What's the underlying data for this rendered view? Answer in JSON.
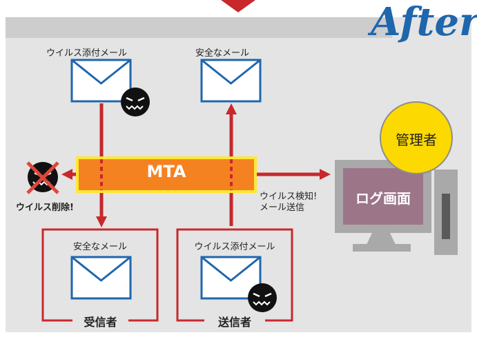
{
  "header": {
    "after_label": "After"
  },
  "mta": {
    "label": "MTA"
  },
  "top_left": {
    "label": "ウイルス添付メール"
  },
  "top_right": {
    "label": "安全なメール"
  },
  "virus_removed": {
    "label": "ウイルス削除!"
  },
  "detect_note": {
    "line1": "ウイルス検知!",
    "line2": "メール送信"
  },
  "admin": {
    "label": "管理者"
  },
  "screen": {
    "label": "ログ画面"
  },
  "receiver": {
    "mail_label": "安全なメール",
    "caption": "受信者"
  },
  "sender": {
    "mail_label": "ウイルス添付メール",
    "caption": "送信者"
  },
  "colors": {
    "background": "#e4e4e4",
    "accent_red": "#c8282c",
    "envelope_blue": "#1f66ad",
    "mta_orange": "#f58220",
    "mta_border": "#ffe733",
    "admin_yellow": "#fcd900",
    "screen_purple": "#9c7589",
    "monitor_gray": "#a9a9a9"
  }
}
